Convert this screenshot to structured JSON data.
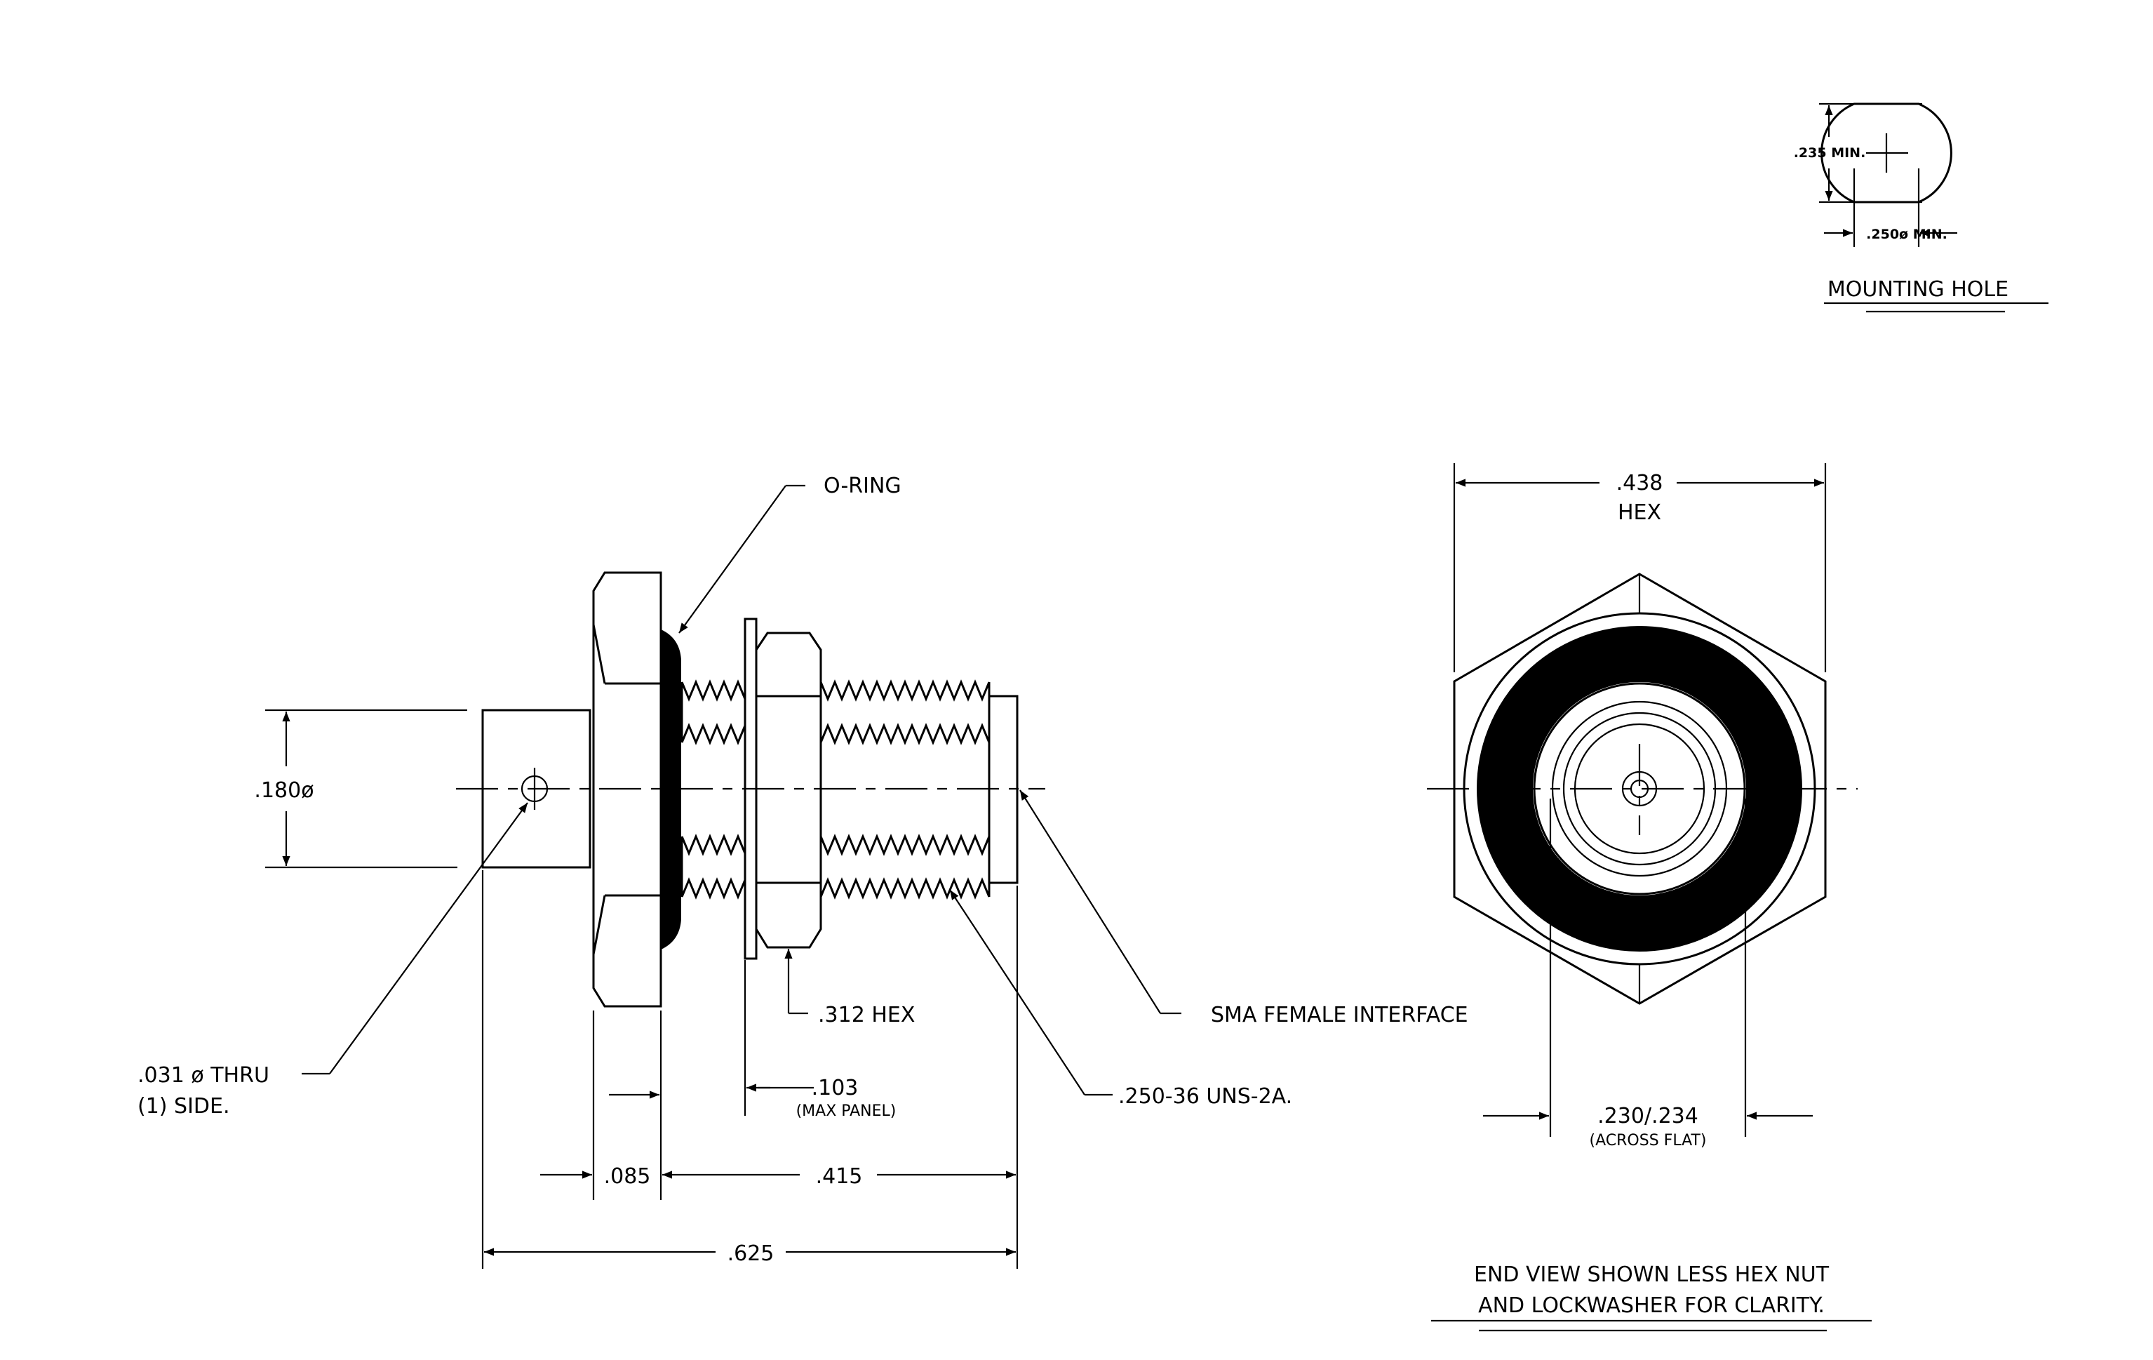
{
  "colors": {
    "line": "#000000",
    "background": "#ffffff"
  },
  "mounting_hole": {
    "height_dim": ".235 MIN.",
    "dia_dim": ".250ø MIN.",
    "title": "MOUNTING HOLE"
  },
  "side_view": {
    "oring": "O-RING",
    "dia_180": ".180ø",
    "hole_note_line1": ".031 ø THRU",
    "hole_note_line2": "(1) SIDE.",
    "hex_312": ".312 HEX",
    "panel_103": ".103",
    "panel_note": "(MAX PANEL)",
    "thread": ".250-36 UNS-2A.",
    "interface": "SMA FEMALE INTERFACE",
    "dim_085": ".085",
    "dim_415": ".415",
    "dim_625": ".625"
  },
  "end_view": {
    "hex_value": ".438",
    "hex_label": "HEX",
    "flat_value": ".230/.234",
    "flat_note": "(ACROSS FLAT)",
    "note_line1": "END VIEW SHOWN LESS HEX NUT",
    "note_line2": "AND LOCKWASHER FOR CLARITY."
  }
}
